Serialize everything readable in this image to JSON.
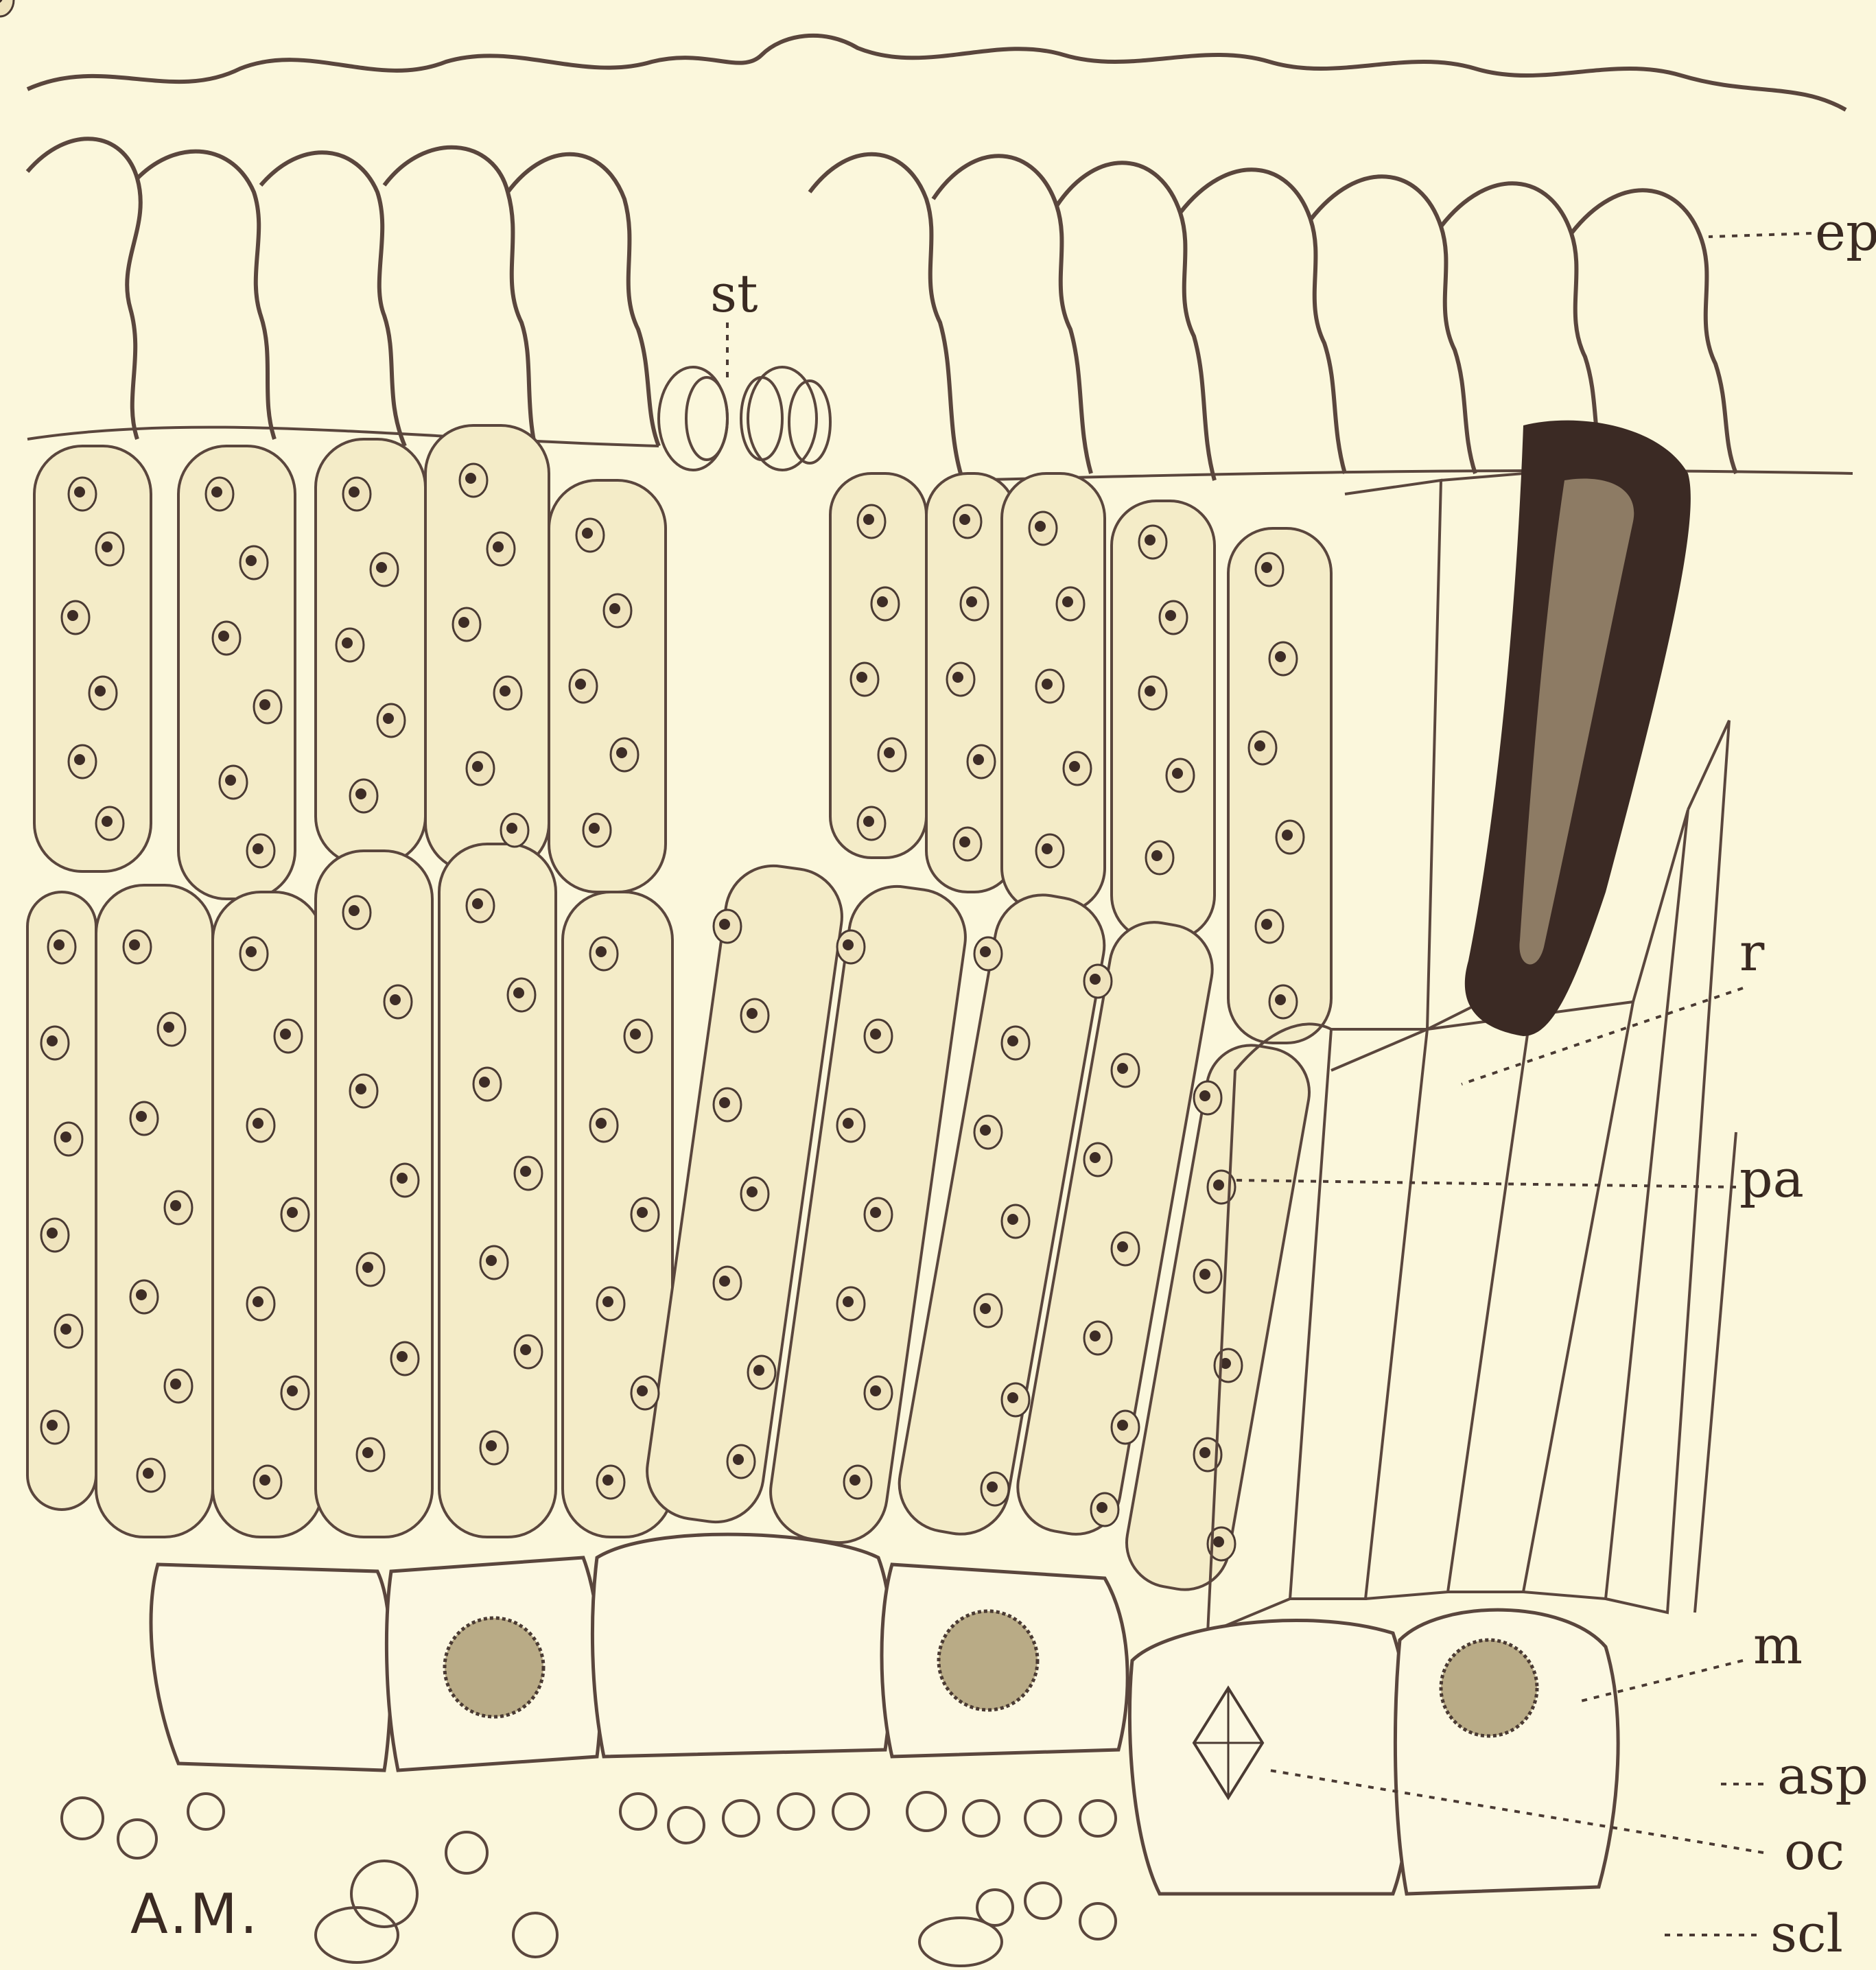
{
  "figure": {
    "colors": {
      "paper": "#fbf7dc",
      "ink": "#5a463d",
      "cell_fill": "#f4ecc8",
      "idioblast": "#3b2a24"
    },
    "labels": {
      "ep": "ep",
      "st": "st",
      "r": "r",
      "pa": "pa",
      "m": "m",
      "asp": "asp",
      "oc": "oc",
      "scl": "scl"
    },
    "signature": "A.M."
  }
}
